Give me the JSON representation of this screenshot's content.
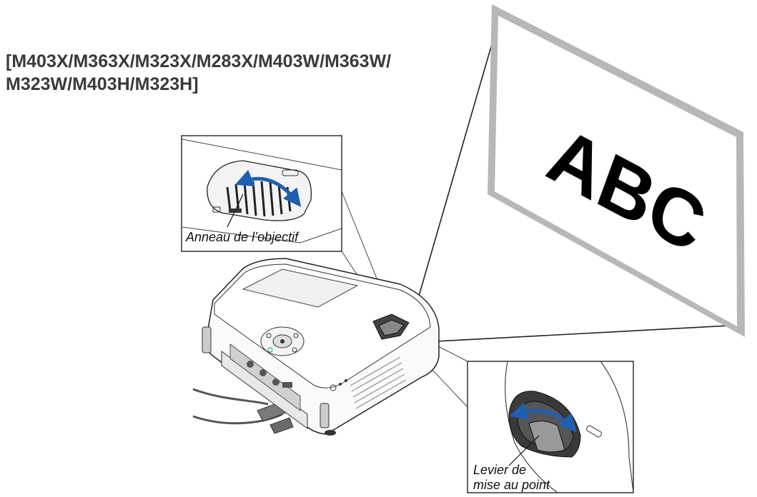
{
  "title": {
    "line1": "[M403X/M363X/M323X/M283X/M403W/M363W/",
    "line2": "M323W/M403H/M323H]"
  },
  "screen": {
    "text": "ABC"
  },
  "callouts": {
    "lens_ring": {
      "label": "Anneau de l’objectif"
    },
    "focus_lever": {
      "line1": "Levier de",
      "line2": "mise au point"
    }
  },
  "colors": {
    "arrow": "#1f5fb0",
    "line": "#222222",
    "screen_border": "#b7b7b7"
  }
}
